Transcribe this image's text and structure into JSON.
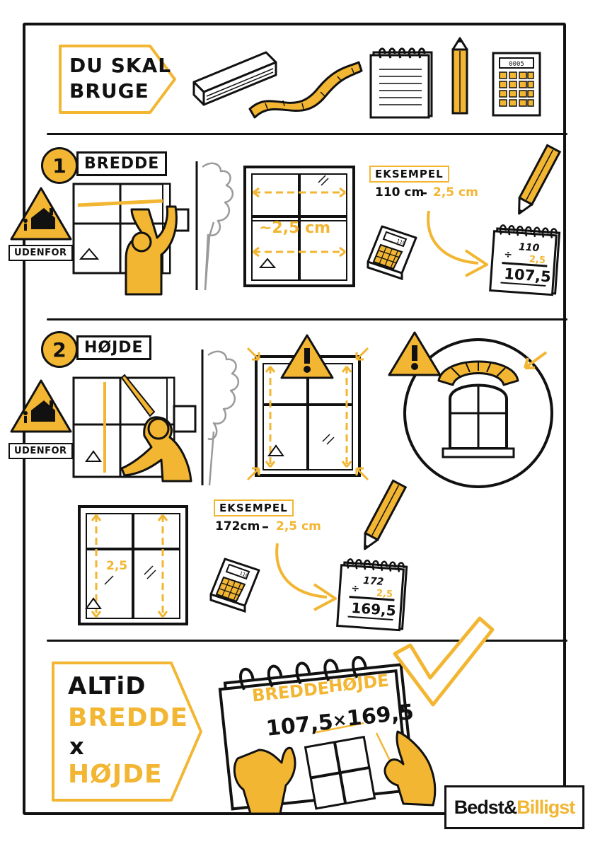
{
  "tools": {
    "title_line1": "DU SKAL",
    "title_line2": "BRUGE",
    "items": [
      "ruler-icon",
      "tape-measure-icon",
      "notepad-icon",
      "pencil-icon",
      "calculator-icon"
    ],
    "calculator_display": "0005"
  },
  "step1": {
    "number": "1",
    "label": "BREDDE",
    "outside_label": "UDENFOR",
    "measure_label": "~2,5 cm",
    "example_label": "EKSEMPEL",
    "example_value": "110 cm",
    "example_minus": "2,5 cm",
    "calc_display": "110",
    "calc_a": "110",
    "calc_b": "2,5",
    "calc_op": "÷",
    "calc_result": "107,5"
  },
  "step2": {
    "number": "2",
    "label": "HØJDE",
    "outside_label": "UDENFOR",
    "measure_label": "2,5",
    "example_label": "EKSEMPEL",
    "example_value": "172cm",
    "example_minus": "2,5 cm",
    "calc_display": "110",
    "calc_a": "172",
    "calc_b": "2,5",
    "calc_op": "÷",
    "calc_result": "169,5"
  },
  "summary": {
    "line1": "ALTiD",
    "line2": "BREDDE",
    "line3": "x",
    "line4": "HØJDE",
    "pad_width_label": "BREDDE",
    "pad_height_label": "HØJDE",
    "pad_width_value": "107,5",
    "pad_times": "×",
    "pad_height_value": "169,5"
  },
  "brand": {
    "part1": "Bedst&",
    "part2": "Billigst"
  },
  "colors": {
    "accent": "#f2b632",
    "ink": "#111111",
    "paper": "#ffffff",
    "tree": "#9a9a9a"
  }
}
